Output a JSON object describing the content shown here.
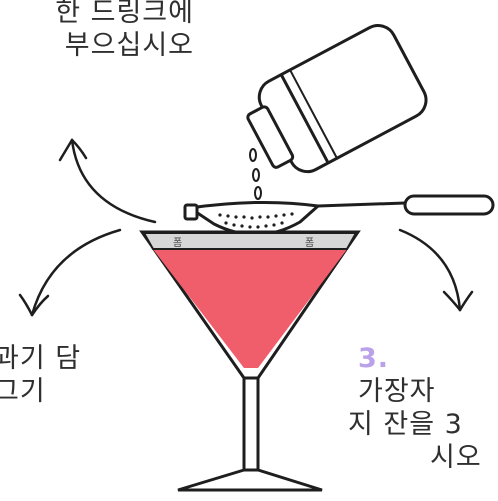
{
  "steps": {
    "pour": {
      "line1": "한 드링크에",
      "line2": "부으십시오"
    },
    "strain": {
      "line1": "과기 담",
      "line2": "그기"
    },
    "chill": {
      "number": "3.",
      "line1": "가장자",
      "line2": "지 잔을 3",
      "line3": "시오"
    }
  },
  "foam_labels": [
    "폼",
    "폼"
  ],
  "colors": {
    "drink": "#ef5e6a",
    "foam": "#d7d7d7",
    "outline": "#1e1e1e",
    "step_number": "#b9a2ea"
  }
}
